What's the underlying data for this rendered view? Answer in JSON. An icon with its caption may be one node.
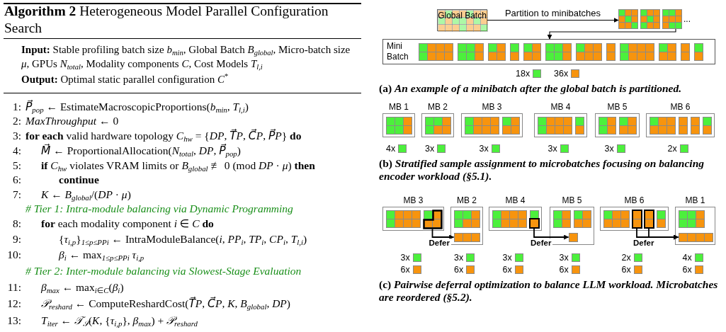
{
  "diagram": {
    "nodes": [
      {
        "text": [
          "Global Batch"
        ]
      },
      {
        "text": [],
        "shape": "box"
      },
      {
        "text": [
          "Mini Batch"
        ],
        "beside": [
          "18x",
          "36x"
        ]
      },
      {
        "text": [
          "MB 1"
        ],
        "beside": [
          "4x"
        ]
      },
      {
        "text": [
          "MB 2"
        ],
        "beside": [
          "3x"
        ]
      },
      {
        "text": [
          "MB 3"
        ],
        "beside": [
          "3x"
        ]
      },
      {
        "text": [
          "MB 4"
        ],
        "beside": [
          "3x"
        ]
      },
      {
        "text": [
          "MB 5"
        ],
        "beside": [
          "3x"
        ]
      },
      {
        "text": [
          "MB 6"
        ],
        "beside": [
          "2x"
        ]
      },
      {
        "text": [
          "MB 3"
        ],
        "beside": [
          "3x",
          "6x"
        ]
      },
      {
        "text": [],
        "shape": "box",
        "in": 9
      },
      {
        "text": [
          "MB 2"
        ],
        "beside": [
          "3x",
          "6x"
        ]
      },
      {
        "text": [],
        "shape": "box",
        "in": 11
      },
      {
        "text": [
          "MB 4"
        ],
        "beside": [
          "3x",
          "6x"
        ]
      },
      {
        "text": [],
        "shape": "box",
        "in": 13
      },
      {
        "text": [
          "MB 5"
        ],
        "beside": [
          "3x",
          "6x"
        ]
      },
      {
        "text": [],
        "shape": "box",
        "in": 15
      },
      {
        "text": [
          "MB 6"
        ],
        "beside": [
          "2x",
          "6x"
        ]
      },
      {
        "text": [],
        "shape": "box",
        "in": 17
      },
      {
        "text": [],
        "shape": "box",
        "in": 17
      },
      {
        "text": [
          "MB 1"
        ],
        "beside": [
          "4x",
          "6x"
        ]
      },
      {
        "text": [],
        "shape": "box",
        "in": 20
      }
    ],
    "edges": [
      {
        "from": 0,
        "to": 1,
        "arrow": "to",
        "label": "Partition to minibatches"
      },
      {
        "from": 1,
        "to": 2,
        "arrow": "to"
      },
      {
        "from": 10,
        "to": 12,
        "arrow": "to",
        "label": "Defer"
      },
      {
        "from": 14,
        "to": 16,
        "arrow": "to",
        "label": "Defer"
      },
      {
        "from": 18,
        "to": 21,
        "arrow": "to",
        "label": "Defer"
      },
      {
        "from": 19,
        "to": 21,
        "arrow": "to"
      }
    ],
    "labels": [
      "**Algorithm 2** Heterogeneous Model Parallel Configuration Search",
      "**Input:** Stable profiling batch size *b*$_{min}$, Global Batch *B*$_{global}$, Micro-batch size *μ*, GPUs *N*$_{total}$, Modality components *C*, Cost Models *T*$_{l,i}$",
      "**Output:** Optimal static parallel configuration *C*$^{*}$",
      "1:",
      "*P⃗*$_{pop}$ ← EstimateMacroscopicProportions(*b*$_{min}$, *T*$_{l,i}$)",
      "2:",
      "*MaxThroughput* ← 0",
      "3:",
      "**for each** valid hardware topology *C*$_{hw}$ = {*DP*, *T⃗P*, *C⃗P*, *P⃗P*} **do**",
      "4:",
      "*M⃗* ← ProportionalAllocation(*N*$_{total}$, *DP*, *P⃗*$_{pop}$)",
      "5:",
      "**if** *C*$_{hw}$ violates VRAM limits or *B*$_{global}$ ≢ 0 (mod *DP* · *μ*) **then**",
      "6:",
      "continue",
      "7:",
      "*K* ← *B*$_{global}$/(*DP* · *μ*)",
      "# Tier 1: Intra-module balancing via Dynamic Programming",
      "8:",
      "**for** each modality component *i* ∈ *C* **do**",
      "9:",
      "{*τ*$_{i,p}$}$_{1≤p≤PP}$$_{i}$ ← IntraModuleBalance(*i*, *PP*$_{i}$, *TP*$_{i}$, *CP*$_{i}$, *T*$_{l,i}$)",
      "10:",
      "*β*$_{i}$ ← max$_{1≤p≤PP}$$_{i}$ *τ*$_{i,p}$",
      "# Tier 2: Inter-module balancing via Slowest-Stage Evaluation",
      "11:",
      "*β*$_{max}$ ← max$_{i∈C}$(*β*$_{i}$)",
      "12:",
      "*𝒫*$_{reshard}$ ← ComputeReshardCost(*T⃗P*, *C⃗P*, *K*, *B*$_{global}$, *DP*)",
      "13:",
      "*T*$_{iter}$ ← *𝒯*$_{𝒮}$(*K*, {*τ*$_{i,p}$}, *β*$_{max}$) + *𝒫*$_{reshard}$",
      "...",
      "(a) *An example of a minibatch after the global batch is partitioned.*",
      "(b) *Stratified sample assignment to microbatches focusing on balancing encoder workload (§5.1).*",
      "(c) *Pairwise deferral optimization to balance LLM workload. Microbatches are reordered (§5.2).*"
    ]
  }
}
